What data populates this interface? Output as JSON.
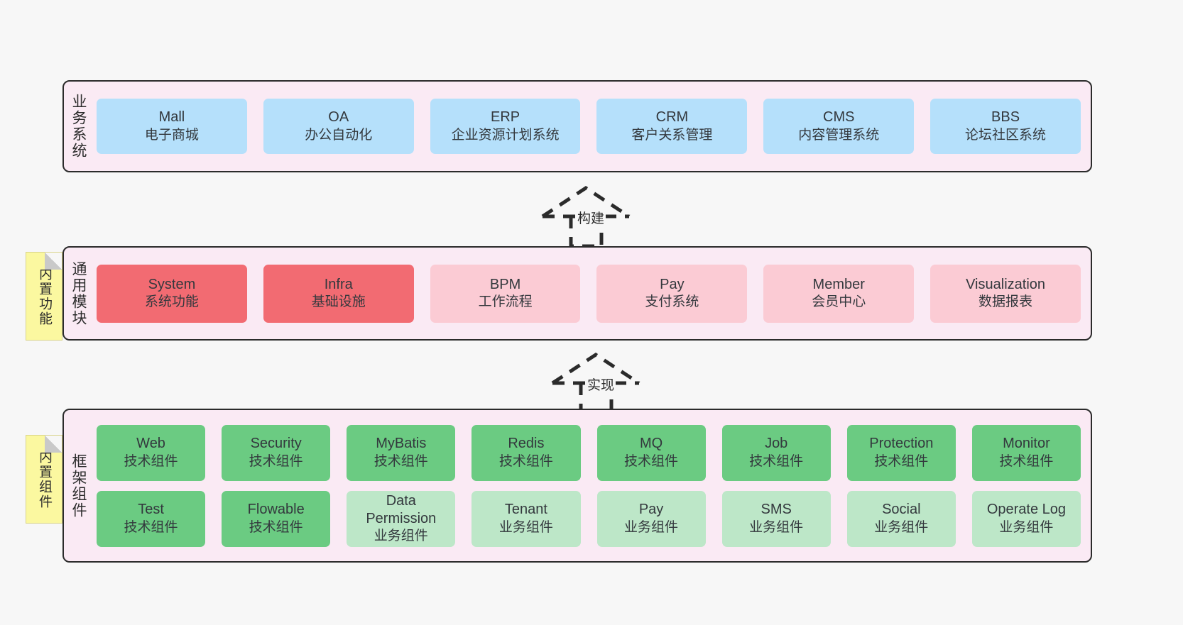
{
  "layers": [
    {
      "id": "business",
      "title": "业务系统",
      "rows": [
        [
          {
            "en": "Mall",
            "cn": "电子商城",
            "color": "#b5e0fb"
          },
          {
            "en": "OA",
            "cn": "办公自动化",
            "color": "#b5e0fb"
          },
          {
            "en": "ERP",
            "cn": "企业资源计划系统",
            "color": "#b5e0fb"
          },
          {
            "en": "CRM",
            "cn": "客户关系管理",
            "color": "#b5e0fb"
          },
          {
            "en": "CMS",
            "cn": "内容管理系统",
            "color": "#b5e0fb"
          },
          {
            "en": "BBS",
            "cn": "论坛社区系统",
            "color": "#b5e0fb"
          }
        ]
      ]
    },
    {
      "id": "modules",
      "title": "通用模块",
      "note": "内置功能",
      "rows": [
        [
          {
            "en": "System",
            "cn": "系统功能",
            "color": "#f26b72"
          },
          {
            "en": "Infra",
            "cn": "基础设施",
            "color": "#f26b72"
          },
          {
            "en": "BPM",
            "cn": "工作流程",
            "color": "#fbcbd4"
          },
          {
            "en": "Pay",
            "cn": "支付系统",
            "color": "#fbcbd4"
          },
          {
            "en": "Member",
            "cn": "会员中心",
            "color": "#fbcbd4"
          },
          {
            "en": "Visualization",
            "cn": "数据报表",
            "color": "#fbcbd4"
          }
        ]
      ]
    },
    {
      "id": "framework",
      "title": "框架组件",
      "note": "内置组件",
      "rows": [
        [
          {
            "en": "Web",
            "cn": "技术组件",
            "color": "#6bcb82"
          },
          {
            "en": "Security",
            "cn": "技术组件",
            "color": "#6bcb82"
          },
          {
            "en": "MyBatis",
            "cn": "技术组件",
            "color": "#6bcb82"
          },
          {
            "en": "Redis",
            "cn": "技术组件",
            "color": "#6bcb82"
          },
          {
            "en": "MQ",
            "cn": "技术组件",
            "color": "#6bcb82"
          },
          {
            "en": "Job",
            "cn": "技术组件",
            "color": "#6bcb82"
          },
          {
            "en": "Protection",
            "cn": "技术组件",
            "color": "#6bcb82"
          },
          {
            "en": "Monitor",
            "cn": "技术组件",
            "color": "#6bcb82"
          }
        ],
        [
          {
            "en": "Test",
            "cn": "技术组件",
            "color": "#6bcb82"
          },
          {
            "en": "Flowable",
            "cn": "技术组件",
            "color": "#6bcb82"
          },
          {
            "en": "Data Permission",
            "cn": "业务组件",
            "color": "#bde7c8"
          },
          {
            "en": "Tenant",
            "cn": "业务组件",
            "color": "#bde7c8"
          },
          {
            "en": "Pay",
            "cn": "业务组件",
            "color": "#bde7c8"
          },
          {
            "en": "SMS",
            "cn": "业务组件",
            "color": "#bde7c8"
          },
          {
            "en": "Social",
            "cn": "业务组件",
            "color": "#bde7c8"
          },
          {
            "en": "Operate Log",
            "cn": "业务组件",
            "color": "#bde7c8"
          }
        ]
      ]
    }
  ],
  "connectors": [
    {
      "id": "build",
      "label": "构建"
    },
    {
      "id": "implement",
      "label": "实现"
    }
  ],
  "palette": {
    "background": "#f7f7f7",
    "panel_fill": "#faeaf4",
    "panel_border": "#2b2b2b",
    "note_fill": "#fbf8a0",
    "blue": "#b5e0fb",
    "red": "#f26b72",
    "red_light": "#fbcbd4",
    "green": "#6bcb82",
    "green_light": "#bde7c8"
  }
}
